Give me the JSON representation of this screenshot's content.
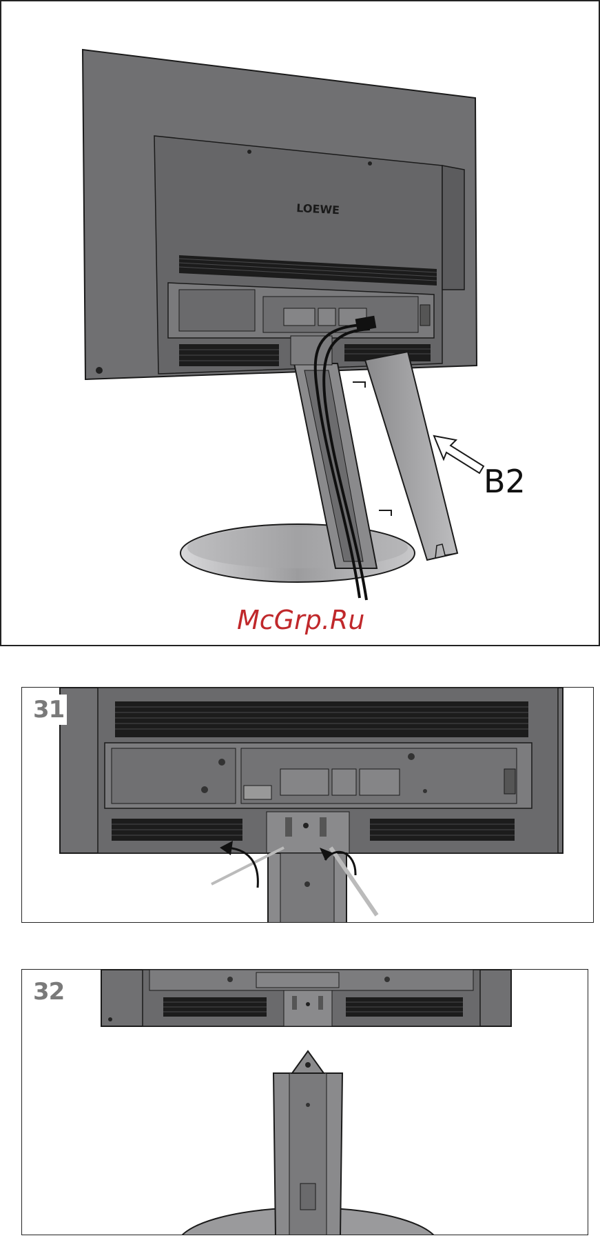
{
  "figure_top": {
    "brand_text": "LOEWE",
    "callout_label": "B2",
    "watermark": "McGrp.Ru"
  },
  "figure_31": {
    "step_number": "31"
  },
  "figure_32": {
    "step_number": "32"
  },
  "colors": {
    "tv_body": "#6e6e70",
    "tv_dark": "#4a4a4c",
    "outline": "#1a1a1a",
    "vent": "#1c1c1c",
    "stand_light": "#9a9a9c",
    "base_light": "#b8b8ba",
    "watermark": "#c0282b"
  }
}
